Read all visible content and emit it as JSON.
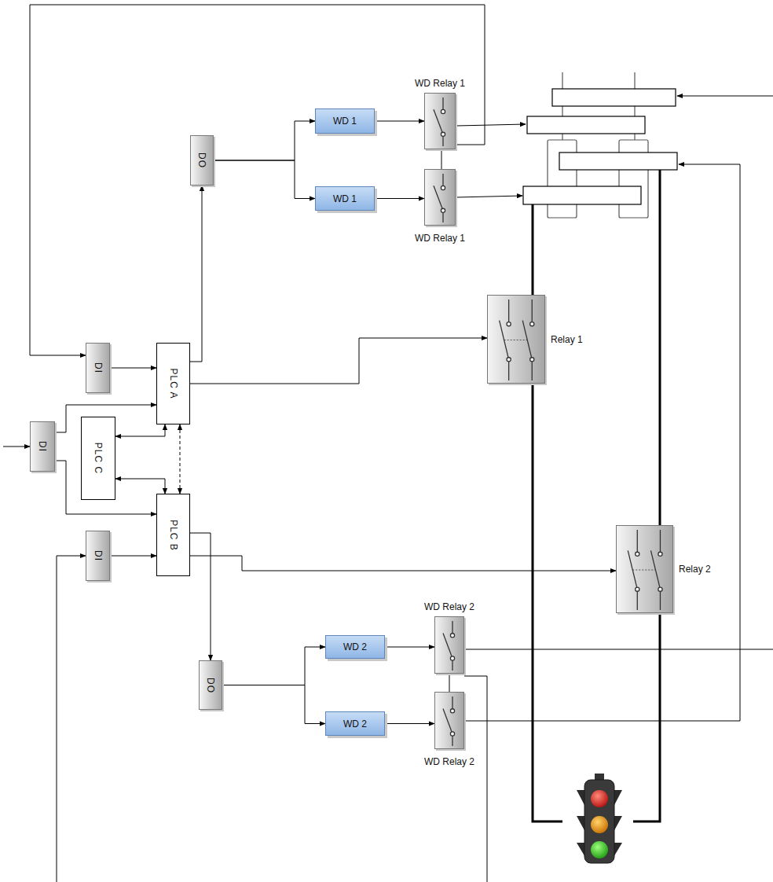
{
  "diagram": {
    "nodes": [
      {
        "text": [
          "DO"
        ]
      },
      {
        "text": [
          "WD 1"
        ]
      },
      {
        "text": [
          "WD Relay 1"
        ]
      },
      {
        "text": [
          "WD 1"
        ]
      },
      {
        "text": [
          "WD Relay 1"
        ]
      },
      {
        "text": [
          "DI"
        ]
      },
      {
        "text": [
          "PLC A"
        ]
      },
      {
        "text": [
          "Relay 1"
        ]
      },
      {
        "text": [
          "DI"
        ]
      },
      {
        "text": [
          "PLC C"
        ]
      },
      {
        "text": [
          "PLC B"
        ]
      },
      {
        "text": [
          "DI"
        ]
      },
      {
        "text": [
          "Relay 2"
        ]
      },
      {
        "text": [
          "DO"
        ]
      },
      {
        "text": [
          "WD 2"
        ]
      },
      {
        "text": [
          "WD Relay 2"
        ]
      },
      {
        "text": [
          "WD 2"
        ]
      },
      {
        "text": [
          "WD Relay 2"
        ]
      }
    ],
    "edges": [
      {
        "from": 5,
        "to": 6,
        "arrow": "to"
      },
      {
        "from": 8,
        "to": 6,
        "arrow": "to"
      },
      {
        "from": 8,
        "to": 10,
        "arrow": "to"
      },
      {
        "from": 9,
        "to": 6,
        "arrow": "both"
      },
      {
        "from": 9,
        "to": 10,
        "arrow": "both"
      },
      {
        "from": 6,
        "to": 10,
        "arrow": "both"
      },
      {
        "from": 6,
        "to": 0,
        "arrow": "to"
      },
      {
        "from": 6,
        "to": 7,
        "arrow": "to"
      },
      {
        "from": 0,
        "to": 1,
        "arrow": "to"
      },
      {
        "from": 0,
        "to": 3,
        "arrow": "to"
      },
      {
        "from": 1,
        "to": 2,
        "arrow": "to"
      },
      {
        "from": 3,
        "to": 4,
        "arrow": "to"
      },
      {
        "from": 2,
        "to": 5,
        "arrow": "to"
      },
      {
        "from": 11,
        "to": 10,
        "arrow": "to"
      },
      {
        "from": 10,
        "to": 12,
        "arrow": "to"
      },
      {
        "from": 10,
        "to": 13,
        "arrow": "to"
      },
      {
        "from": 13,
        "to": 14,
        "arrow": "to"
      },
      {
        "from": 13,
        "to": 16,
        "arrow": "to"
      },
      {
        "from": 14,
        "to": 15,
        "arrow": "to"
      },
      {
        "from": 16,
        "to": 17,
        "arrow": "to"
      }
    ]
  }
}
